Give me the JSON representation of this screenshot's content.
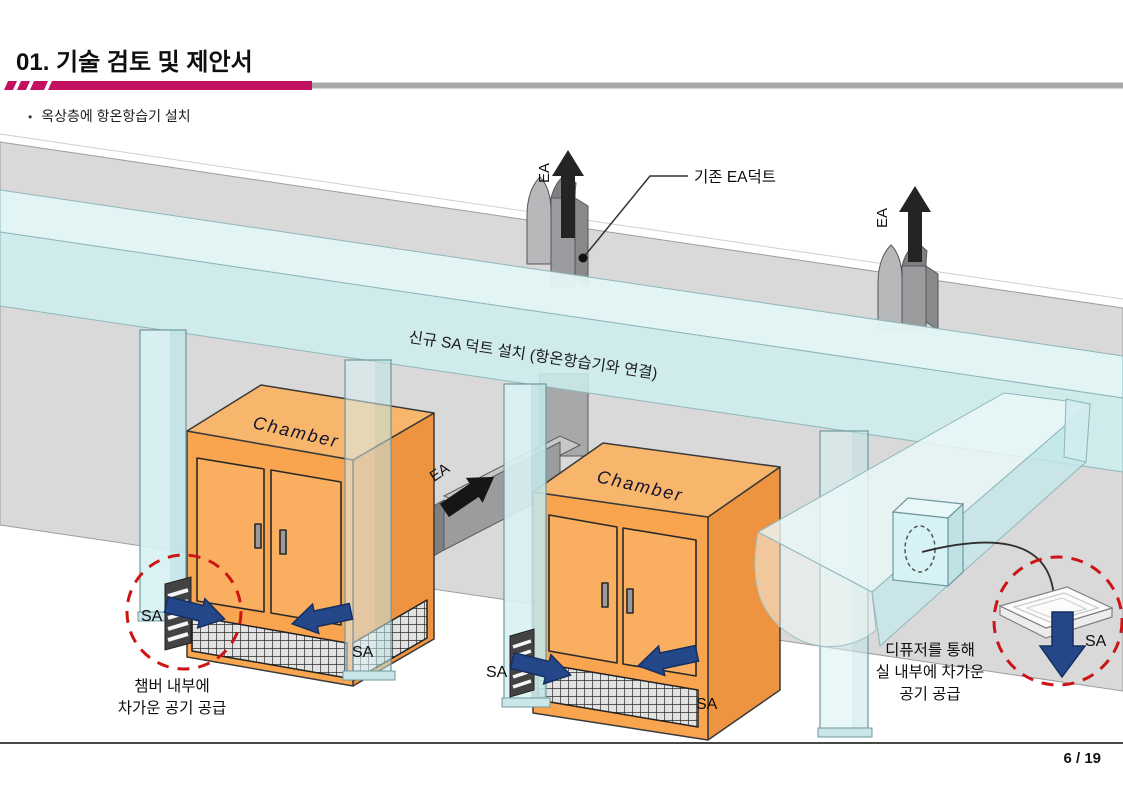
{
  "slide": {
    "title": "01. 기술 검토 및 제안서",
    "bullet": "옥상층에 항온항습기 설치",
    "page_number": "6 / 19"
  },
  "diagram": {
    "callouts": {
      "existing_ea_duct": "기존 EA덕트",
      "new_sa_duct": "신규 SA 덕트 설치 (항온항습기와 연결)",
      "chamber_supply_line1": "챔버 내부에",
      "chamber_supply_line2": "차가운 공기 공급",
      "diffuser_supply_line1": "디퓨저를 통해",
      "diffuser_supply_line2": "실 내부에 차가운",
      "diffuser_supply_line3": "공기 공급"
    },
    "flow_labels": {
      "ea": "EA",
      "sa": "SA"
    },
    "equipment": {
      "chamber_name": "Chamber"
    },
    "colors": {
      "accent": "#C31162",
      "bar_gray": "#A9A9A9",
      "beam_gray": "#D9D9D9",
      "duct_cyan": "#CDEDEF",
      "duct_cyan_top": "#E4F6F7",
      "column_cyan": "#D8F1F3",
      "chamber_orange_top": "#F7B66C",
      "chamber_orange_front": "#F9A54F",
      "chamber_orange_side": "#EE9440",
      "door_orange": "#FAAE60",
      "arrow_navy": "#24478A",
      "highlight_red": "#CC1414",
      "ea_duct_gray": "#9A9B9D"
    }
  }
}
